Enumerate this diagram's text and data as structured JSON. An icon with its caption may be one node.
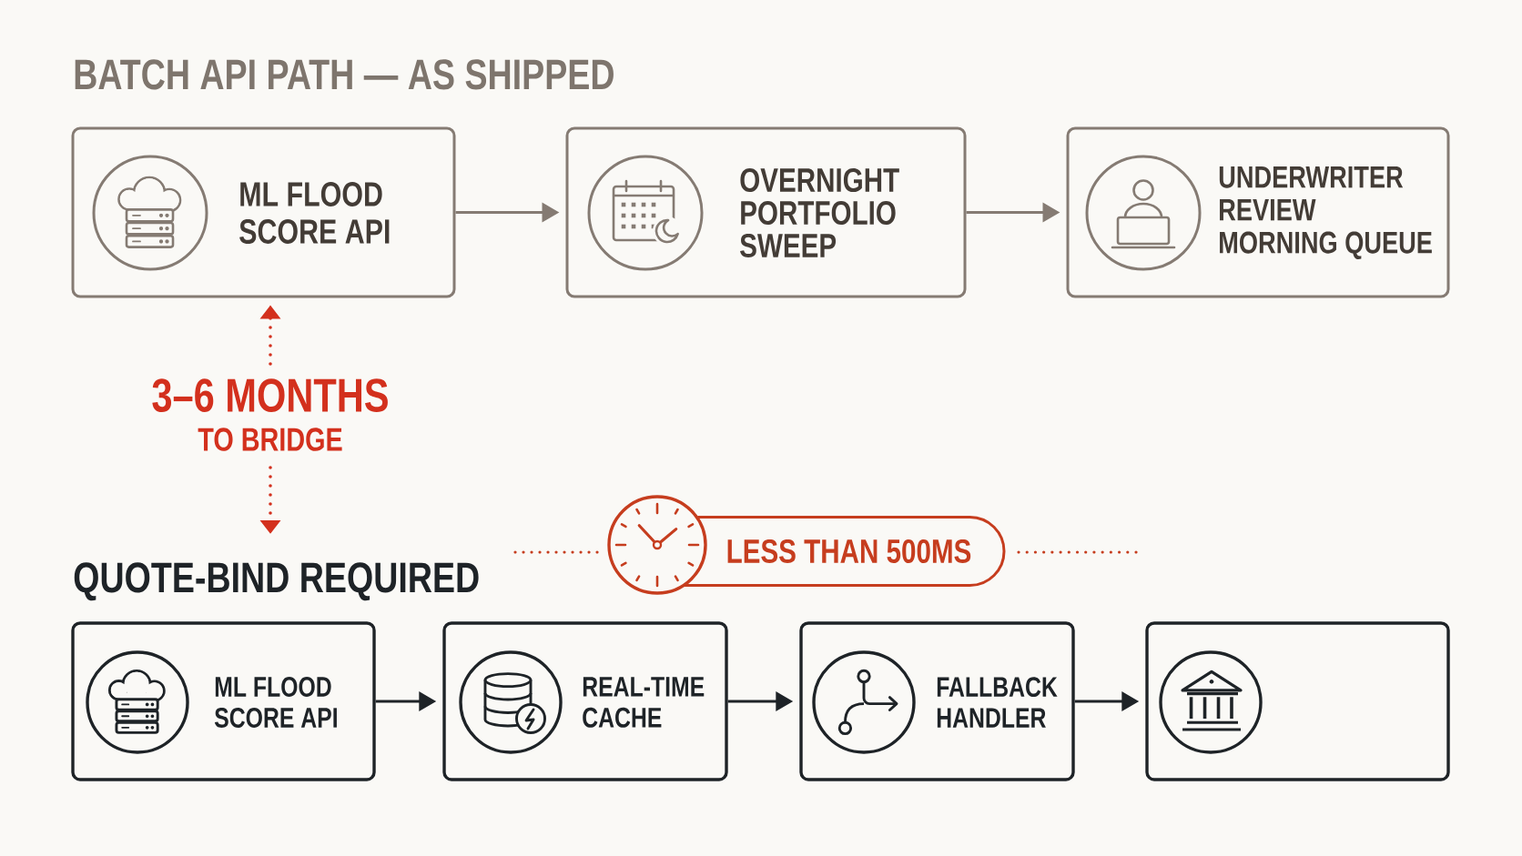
{
  "diagram": {
    "title": "BATCH API PATH — AS SHIPPED",
    "nodes": [
      {
        "text": [
          "ML FLOOD SCORE API"
        ]
      },
      {
        "text": [
          "OVERNIGHT PORTFOLIO SWEEP"
        ]
      },
      {
        "text": [
          "UNDERWRITER REVIEW MORNING QUEUE"
        ]
      },
      {
        "text": [
          "3–6 MONTHS",
          "TO BRIDGE"
        ]
      },
      {
        "text": [
          "QUOTE-BIND REQUIRED"
        ]
      },
      {
        "text": [
          "LESS THAN 500MS"
        ]
      },
      {
        "text": [
          "ML FLOOD SCORE API"
        ]
      },
      {
        "text": [
          "REAL-TIME CACHE"
        ]
      },
      {
        "text": [
          "FALLBACK HANDLER"
        ]
      },
      {
        "text": [],
        "shape": "box"
      }
    ],
    "edges": [
      {
        "from": 0,
        "to": 1,
        "arrow": "to",
        "color": "#857b73"
      },
      {
        "from": 1,
        "to": 2,
        "arrow": "to",
        "color": "#857b73"
      },
      {
        "from": 3,
        "to": 0,
        "arrow": "to",
        "style": "dashed",
        "color": "#d3301d"
      },
      {
        "from": 3,
        "to": 4,
        "arrow": "to",
        "style": "dashed",
        "color": "#d3301d"
      },
      {
        "from": 6,
        "to": 7,
        "arrow": "to"
      },
      {
        "from": 7,
        "to": 8,
        "arrow": "to"
      },
      {
        "from": 8,
        "to": 9,
        "arrow": "to"
      }
    ]
  }
}
